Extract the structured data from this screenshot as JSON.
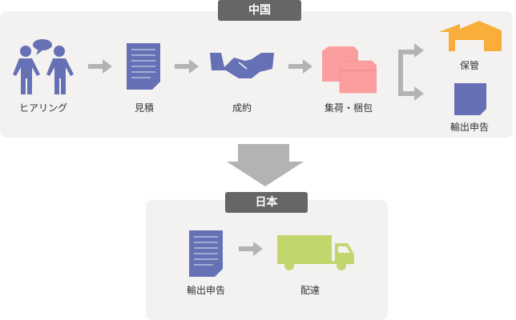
{
  "china": {
    "title": "中国",
    "steps": [
      {
        "label": "ヒアリング",
        "icon": "people-talking-icon"
      },
      {
        "label": "見積",
        "icon": "document-icon"
      },
      {
        "label": "成約",
        "icon": "handshake-icon"
      },
      {
        "label": "集荷・梱包",
        "icon": "boxes-icon"
      }
    ],
    "branches": [
      {
        "label": "保管",
        "icon": "warehouse-icon"
      },
      {
        "label": "輸出申告",
        "icon": "document-icon"
      }
    ]
  },
  "japan": {
    "title": "日本",
    "steps": [
      {
        "label": "輸出申告",
        "icon": "document-icon"
      },
      {
        "label": "配達",
        "icon": "truck-icon"
      }
    ]
  },
  "colors": {
    "panel": "#f3f2f1",
    "tag": "#666666",
    "blue": "#6670b4",
    "arrow": "#b3b3b3",
    "pink": "#fb9ea0",
    "orange": "#f9ad3a",
    "green": "#c2d66e"
  }
}
